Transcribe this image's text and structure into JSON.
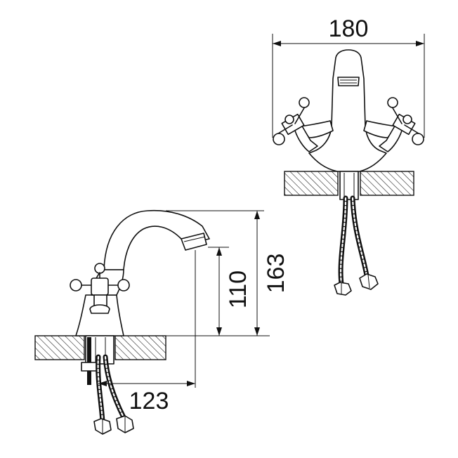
{
  "dimensions": {
    "width_top": "180",
    "height_total": "163",
    "height_outlet": "110",
    "reach": "123"
  },
  "colors": {
    "line": "#111111",
    "background": "#ffffff"
  }
}
